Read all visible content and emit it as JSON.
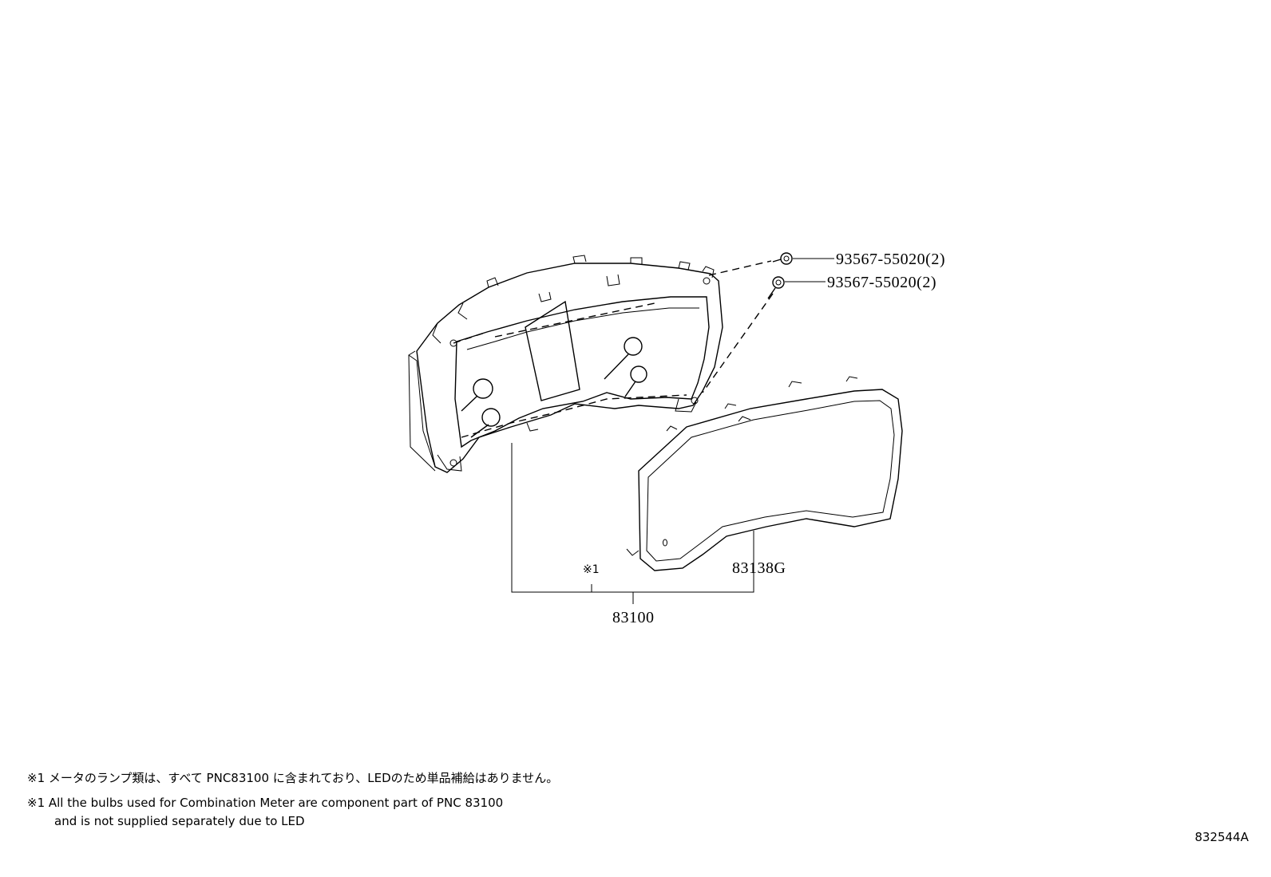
{
  "parts": {
    "screw_upper": "93567-55020(2)",
    "screw_lower": "93567-55020(2)",
    "glass": "83138G",
    "meter_assy": "83100",
    "ref_mark": "※1"
  },
  "notes": {
    "japanese": "※1 メータのランプ類は、すべて PNC83100 に含まれており、LEDのため単品補給はありません。",
    "english_line1": "※1 All the bulbs used for Combination Meter are component part of PNC 83100",
    "english_line2": "and is not supplied separately due to LED"
  },
  "diagram_code": "832544A"
}
